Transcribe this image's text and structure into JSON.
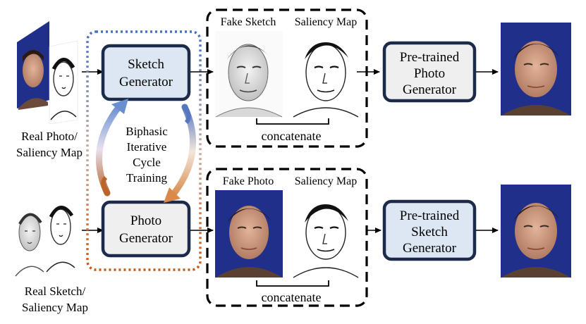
{
  "inputs": {
    "real_photo_line1": "Real Photo/",
    "real_photo_line2": "Saliency Map",
    "real_sketch_line1": "Real Sketch/",
    "real_sketch_line2": "Saliency Map"
  },
  "generators": {
    "sketch_line1": "Sketch",
    "sketch_line2": "Generator",
    "photo_line1": "Photo",
    "photo_line2": "Generator"
  },
  "training": {
    "line1": "Biphasic",
    "line2": "Iterative",
    "line3": "Cycle",
    "line4": "Training"
  },
  "top_group": {
    "fake_label": "Fake Sketch",
    "saliency_label": "Saliency Map",
    "concat_label": "concatenate"
  },
  "bottom_group": {
    "fake_label": "Fake Photo",
    "saliency_label": "Saliency Map",
    "concat_label": "concatenate"
  },
  "pretrained_photo": {
    "line1": "Pre-trained",
    "line2": "Photo",
    "line3": "Generator"
  },
  "pretrained_sketch": {
    "line1": "Pre-trained",
    "line2": "Sketch",
    "line3": "Generator"
  },
  "colors": {
    "navy": "#1c2b4a",
    "blue_fill": "#dce7f3",
    "gray_fill": "#efefef",
    "blue_dot": "#4472c4",
    "orange_dot": "#c55a11",
    "photo_bg": "#1f2f8a"
  }
}
